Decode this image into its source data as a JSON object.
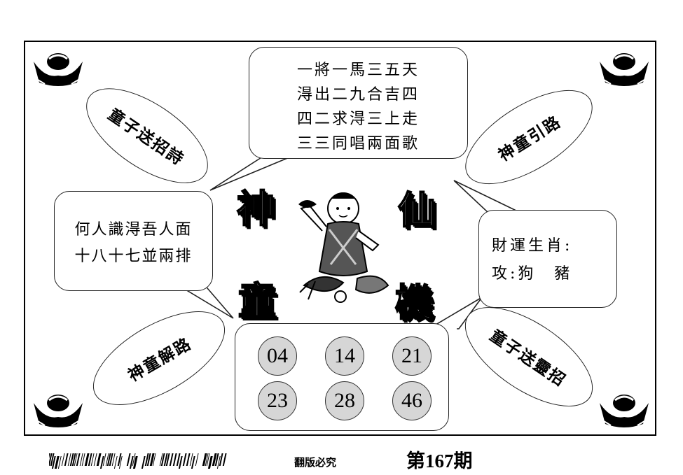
{
  "poem": {
    "lines": [
      "一將一馬三五天",
      "淂出二九合吉四",
      "四二求淂三上走",
      "三三同唱兩面歌"
    ]
  },
  "left_box": {
    "lines": [
      "何人識淂吾人面",
      "十八十七並兩排"
    ]
  },
  "right_box": {
    "line1": "財運生肖:",
    "line2": "攻:狗　豬"
  },
  "big_chars": [
    "神",
    "仙",
    "童",
    "機"
  ],
  "ellipses": {
    "top_left": "童子送招詩",
    "top_right": "神童引路",
    "bottom_left": "神童解路",
    "bottom_right": "童子送靈招"
  },
  "numbers": [
    "04",
    "14",
    "21",
    "23",
    "28",
    "46"
  ],
  "footer": {
    "copyright": "翻版必究",
    "issue": "第167期"
  }
}
